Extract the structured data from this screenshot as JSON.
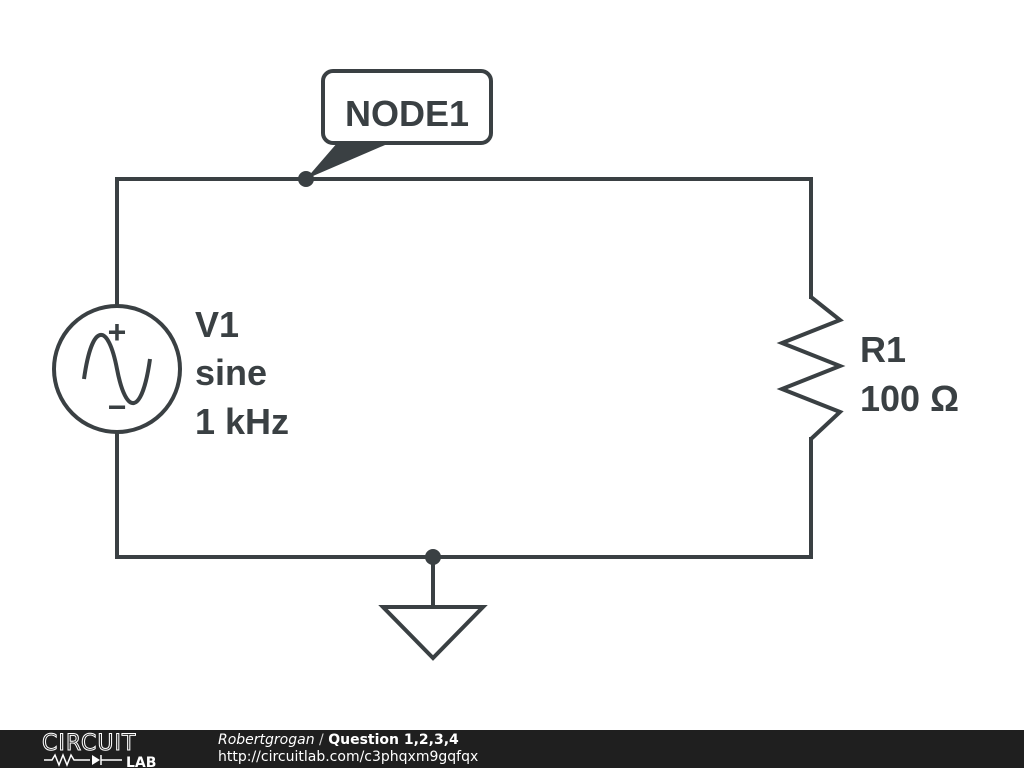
{
  "circuit": {
    "node_label": "NODE1",
    "source": {
      "name": "V1",
      "type": "sine",
      "frequency": "1 kHz",
      "plus_symbol": "+",
      "minus_symbol": "−"
    },
    "resistor": {
      "name": "R1",
      "value": "100 Ω"
    }
  },
  "footer": {
    "logo_top": "CIRCUIT",
    "logo_bottom": "LAB",
    "author": "Robertgrogan",
    "separator": "/",
    "title": "Question 1,2,3,4",
    "url": "http://circuitlab.com/c3phqxm9gqfqx"
  },
  "colors": {
    "wire": "#3a4043",
    "footer_bg": "#1f1f1f",
    "footer_text": "#ffffff"
  }
}
